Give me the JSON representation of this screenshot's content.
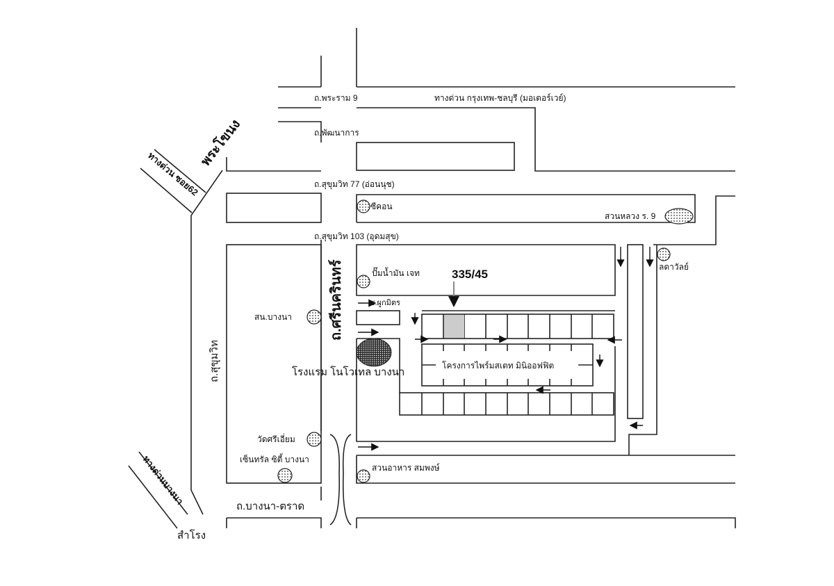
{
  "roads": {
    "rama9": "ถ.พระราม 9",
    "motorway": "ทางด่วน กรุงเทพ-ชลบุรี (มอเตอร์เวย์)",
    "phatthanakan": "ถ.พัฒนาการ",
    "sukhumvit77": "ถ.สุขุมวิท 77 (อ่อนนุช)",
    "sukhumvit103": "ถ.สุขุมวิท 103 (อุดมสุข)",
    "srinakarin": "ถ.ศรีนครินทร์",
    "sukhumvit": "ถ.สุขุมวิท",
    "bangna_trat": "ถ.บางนา-ตราด",
    "soi_phukmit": "ซ.ผูกมิตร",
    "expressway_soi62": "ทางด่วน ซอย62",
    "expressway_bangna": "ทางด่วนบางนา"
  },
  "areas": {
    "phra_khanong": "พระโขนง",
    "samrong": "สำโรง"
  },
  "landmarks": {
    "seacon": "ซีคอน",
    "suan_luang": "สวนหลวง ร. 9",
    "latawan": "ลดาวัลย์",
    "jet_station": "ปั๊มน้ำมัน เจท",
    "bangna_police": "สน.บางนา",
    "novotel": "โรงแรม โนโวเทล บางนา",
    "wat_sri_iam": "วัดศรีเอี่ยม",
    "central_bangna": "เซ็นทรัล ซิตี้ บางนา",
    "sompong_restaurant": "สวนอาหาร สมพงษ์"
  },
  "project": {
    "name": "โครงการไพร์มสเตท มินิออฟฟิต",
    "unit_number": "335/45"
  },
  "colors": {
    "line": "#222222",
    "highlight": "#cccccc"
  }
}
